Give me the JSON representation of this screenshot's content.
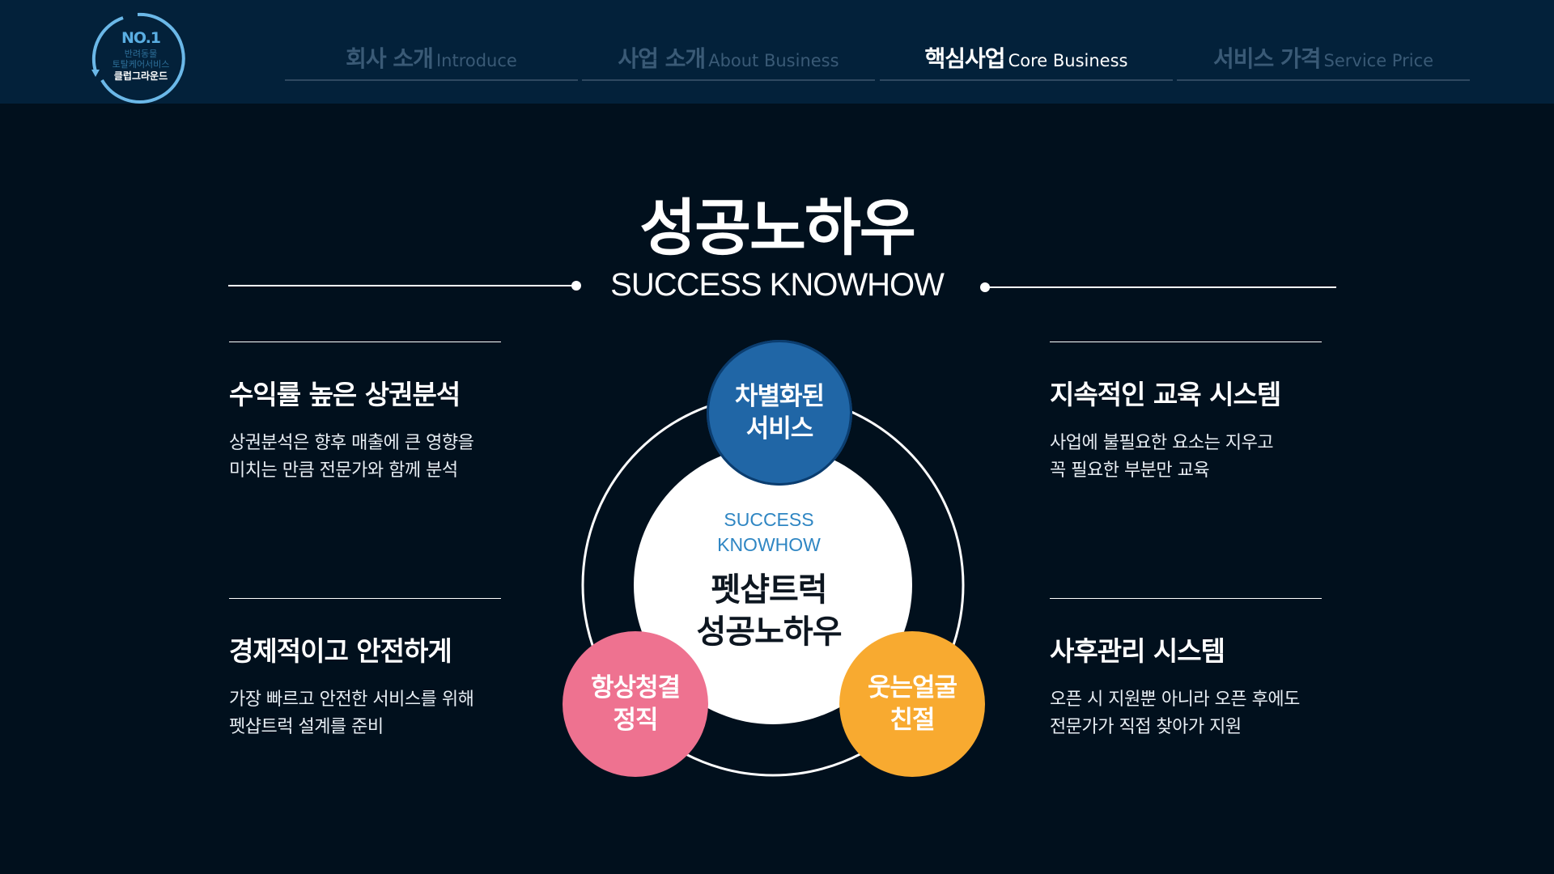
{
  "logo": {
    "number": "NO.1",
    "line1": "반려동물",
    "line2": "토탈케어서비스",
    "brand": "클럽그라운드",
    "color": "#5aaee2"
  },
  "nav": [
    {
      "ko": "회사 소개",
      "en": "Introduce",
      "active": false
    },
    {
      "ko": "사업 소개",
      "en": "About Business",
      "active": false
    },
    {
      "ko": "핵심사업",
      "en": "Core Business",
      "active": true
    },
    {
      "ko": "서비스 가격",
      "en": "Service Price",
      "active": false
    }
  ],
  "main": {
    "title": "성공노하우",
    "subtitle": "SUCCESS KNOWHOW"
  },
  "features": {
    "top_left": {
      "title": "수익률 높은 상권분석",
      "desc": "상권분석은 향후 매출에 큰 영향을\n미치는 만큼 전문가와 함께 분석"
    },
    "bottom_left": {
      "title": "경제적이고 안전하게",
      "desc": "가장 빠르고 안전한 서비스를 위해\n펫샵트럭 설계를 준비"
    },
    "top_right": {
      "title": "지속적인 교육 시스템",
      "desc": "사업에 불필요한 요소는 지우고\n꼭 필요한 부분만 교육"
    },
    "bottom_right": {
      "title": "사후관리 시스템",
      "desc": "오픈 시 지원뿐 아니라 오픈 후에도\n전문가가 직접 찾아가 지원"
    }
  },
  "diagram": {
    "center_en": "SUCCESS\nKNOWHOW",
    "center_ko": "펫샵트럭\n성공노하우",
    "top": "차별화된\n서비스",
    "left": "항상청결\n정직",
    "right": "웃는얼굴\n친절",
    "colors": {
      "top": "#2066a6",
      "left": "#ee7290",
      "right": "#f8aa30",
      "accent_text": "#2f86c3"
    }
  }
}
